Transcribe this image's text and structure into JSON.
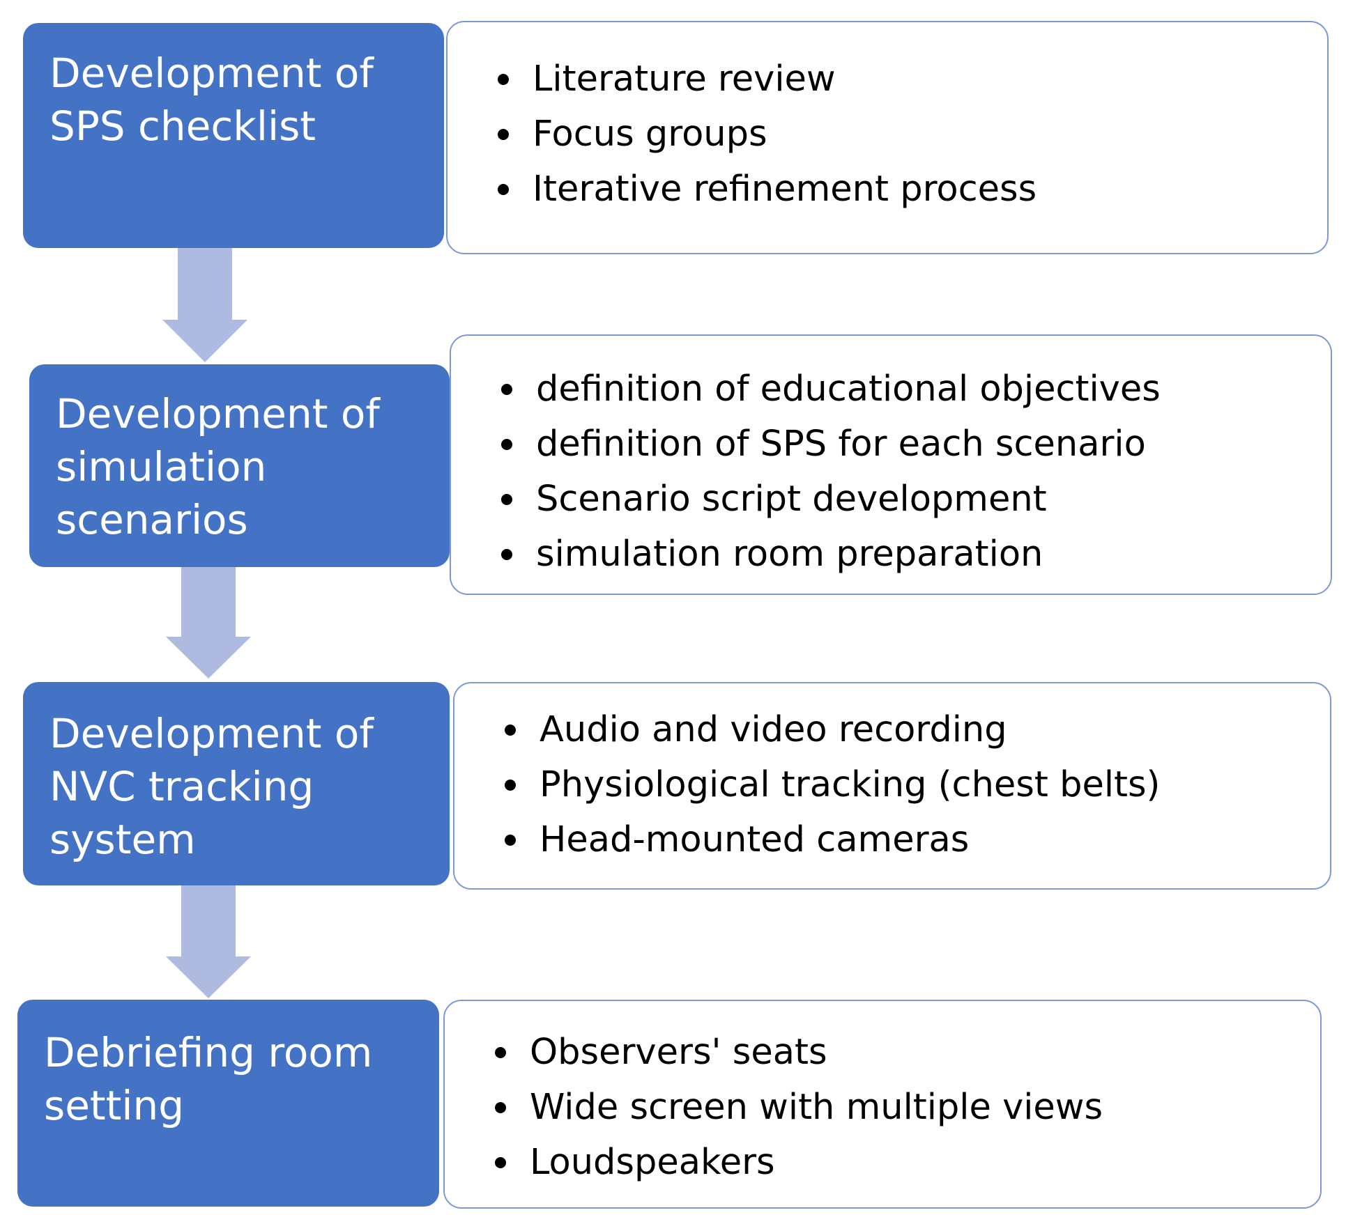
{
  "colors": {
    "step_fill": "#4472c4",
    "step_text": "#ffffff",
    "detail_border": "#7a99d6",
    "arrow_fill": "#aebadf"
  },
  "steps": [
    {
      "title_lines": [
        "Development of",
        "SPS checklist"
      ],
      "items": [
        "Literature review",
        "Focus groups",
        "Iterative refinement process"
      ]
    },
    {
      "title_lines": [
        "Development of",
        "simulation",
        "scenarios"
      ],
      "items": [
        "definition of educational objectives",
        "definition of SPS for each scenario",
        "Scenario script development",
        "simulation room preparation"
      ]
    },
    {
      "title_lines": [
        "Development of",
        "NVC tracking",
        "system"
      ],
      "items": [
        "Audio and video recording",
        "Physiological tracking (chest belts)",
        "Head-mounted cameras"
      ]
    },
    {
      "title_lines": [
        "Debriefing room",
        "setting"
      ],
      "items": [
        "Observers' seats",
        "Wide screen with multiple views",
        "Loudspeakers"
      ]
    }
  ]
}
